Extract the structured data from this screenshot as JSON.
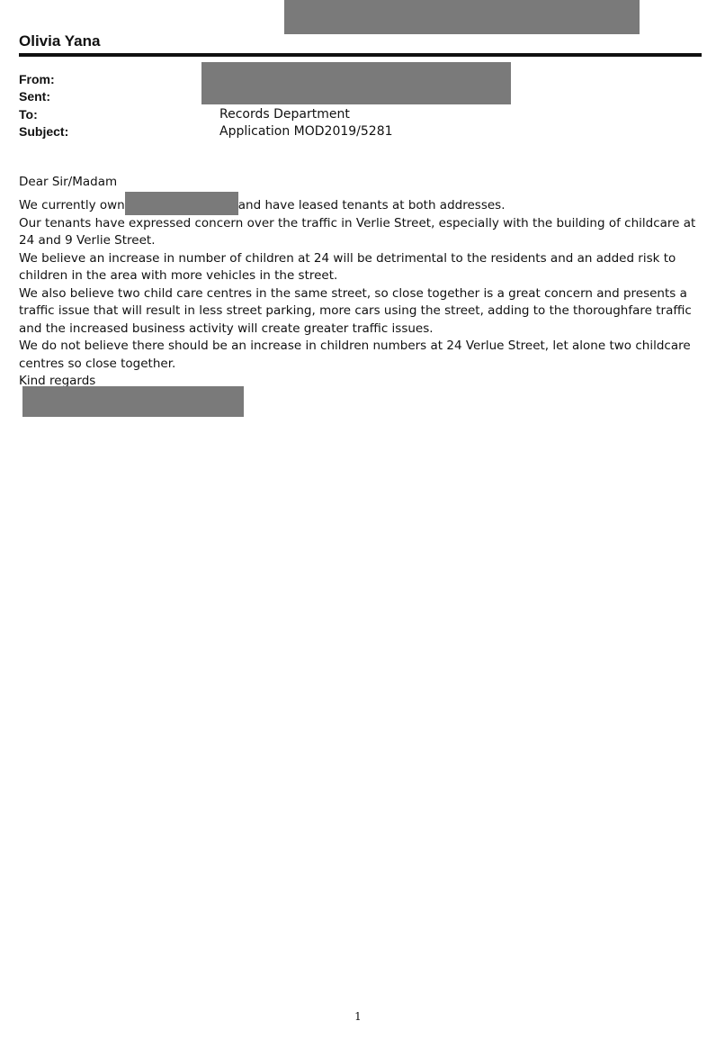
{
  "email": {
    "sender_name": "Olivia Yana",
    "headers": [
      {
        "label": "From:",
        "value": ""
      },
      {
        "label": "Sent:",
        "value": ""
      },
      {
        "label": "To:",
        "value": "Records Department"
      },
      {
        "label": "Subject:",
        "value": "Application MOD2019/5281"
      }
    ],
    "body": {
      "greeting": "Dear Sir/Madam",
      "line1_start": "We currently own",
      "line1_end": "and have leased tenants at both addresses.",
      "para2": "Our tenants have expressed concern over the traffic in Verlie Street, especially with the building of childcare at 24 and 9 Verlie Street.",
      "para3": "We believe an increase in number of children at 24 will be detrimental to the residents and an added risk to children in the area with more vehicles in the street.",
      "para4": "We also believe two child care centres in the same street, so close together is a great concern and presents a traffic issue that will result in less street parking, more cars using the street, adding to the thoroughfare traffic and the increased business activity will create greater traffic issues.",
      "para5": "We do not believe there should be an increase in children numbers at 24 Verlue Street, let alone two childcare centres so close together.",
      "closing": "Kind regards"
    }
  },
  "footer": {
    "page_number": "1"
  }
}
